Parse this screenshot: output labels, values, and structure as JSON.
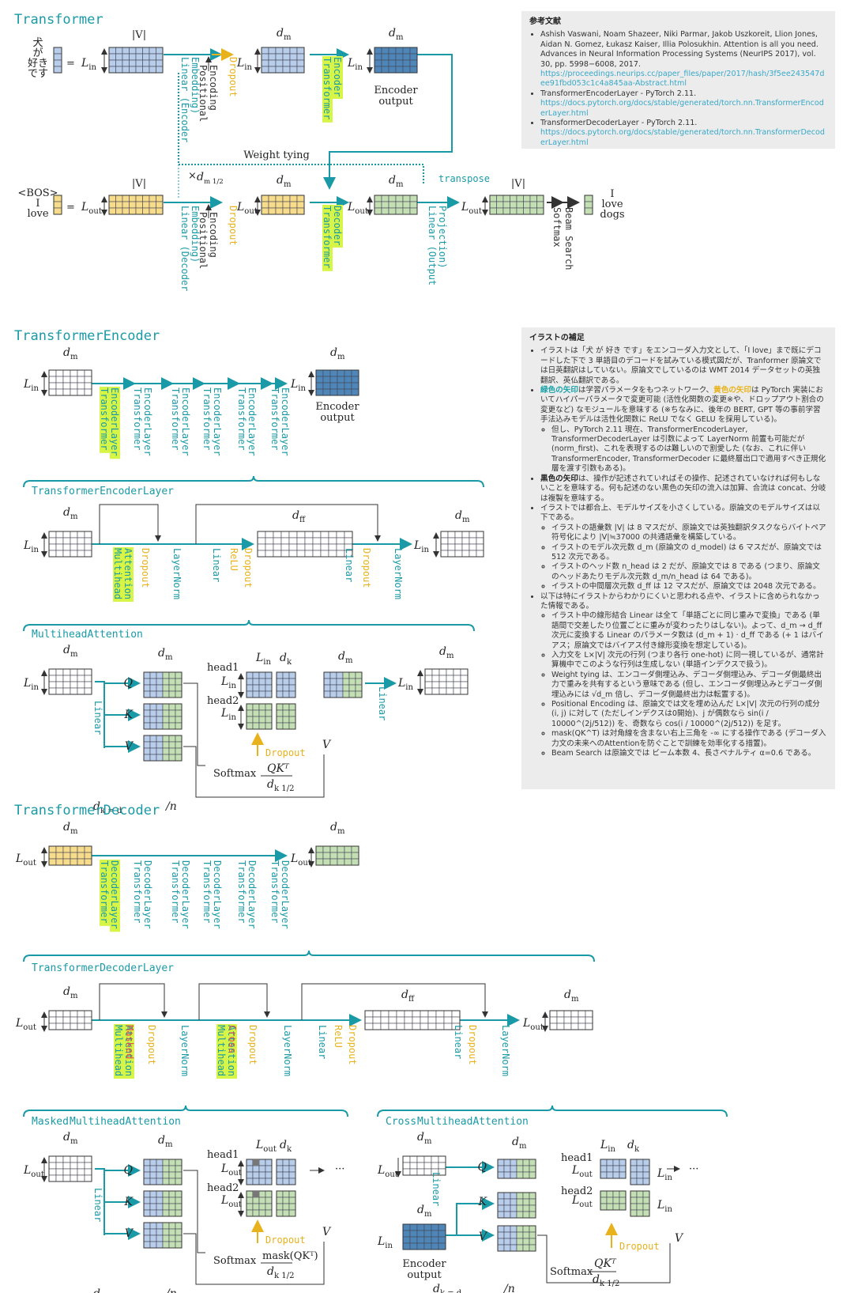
{
  "titles": {
    "transformer": "Transformer",
    "encoder": "TransformerEncoder",
    "encoder_layer": "TransformerEncoderLayer",
    "mha": "MultiheadAttention",
    "decoder": "TransformerDecoder",
    "decoder_layer": "TransformerDecoderLayer",
    "masked_prefix": "Masked",
    "masked_suffix": "MultiheadAttention",
    "cross_prefix": "Cross",
    "cross_suffix": "MultiheadAttention"
  },
  "labels": {
    "linear_enc_emb": "Linear (Encoder Embedding)",
    "linear_dec_emb": "Linear (Decoder Embedding)",
    "positional_encoding": "Positional Encoding",
    "dropout": "Dropout",
    "transformer_encoder": "Transformer Encoder",
    "transformer_decoder": "Transformer Decoder",
    "encoder_output": "Encoder output",
    "encoder_output_red": "Encoder output",
    "weight_tying": "Weight tying",
    "scale": "×d_m^(1/2)",
    "transpose": "transpose",
    "linear_out_proj": "Linear (Output Projection)",
    "softmax": "Softmax",
    "beam_search": "Beam Search",
    "enc_layer": "Transformer EncoderLayer",
    "dec_layer": "Transformer DecoderLayer",
    "multihead_attention": "Multihead Attention",
    "masked_multihead_attention": "Masked Multihead Attention",
    "cross_multihead_attention": "Cross Multihead Attention",
    "layernorm": "LayerNorm",
    "linear": "Linear",
    "relu": "ReLU",
    "head1": "head1",
    "head2": "head2",
    "softmax_plain": "Softmax",
    "mask_fn": "mask(",
    "ellipsis": "···",
    "input_tokens": [
      "犬",
      "が",
      "好き",
      "です"
    ],
    "dec_tokens": [
      "<BOS>",
      "I",
      "love"
    ],
    "out_tokens": [
      "I",
      "love",
      "dogs"
    ],
    "V": "|V|",
    "dm": "d_m",
    "dff": "d_ff",
    "dk": "d_k",
    "Lin": "L_in",
    "Lout": "L_out",
    "Q": "Q",
    "K": "K",
    "Vm": "V",
    "eq": "="
  },
  "colors": {
    "teal": "#1a9aa6",
    "yellow": "#e8b21c",
    "blue_cell": "#b8cdea",
    "yellow_cell": "#f7dc8c",
    "green_cell": "#c4dfb4",
    "dark_blue_cell": "#4f86b8",
    "white_cell": "#ffffff",
    "highlight": "#d6f547",
    "red": "#e05050"
  },
  "references": {
    "heading": "参考文献",
    "items": [
      {
        "text": "Ashish Vaswani, Noam Shazeer, Niki Parmar, Jakob Uszkoreit, Llion Jones, Aidan N. Gomez, Łukasz Kaiser, Illia Polosukhin. Attention is all you need. Advances in Neural Information Processing Systems (NeurIPS 2017), vol. 30, pp. 5998−6008, 2017.",
        "link": "https://proceedings.neurips.cc/paper_files/paper/2017/hash/3f5ee243547dee91fbd053c1c4a845aa-Abstract.html"
      },
      {
        "text": "TransformerEncoderLayer - PyTorch 2.11.",
        "link": "https://docs.pytorch.org/docs/stable/generated/torch.nn.TransformerEncoderLayer.html"
      },
      {
        "text": "TransformerDecoderLayer - PyTorch 2.11.",
        "link": "https://docs.pytorch.org/docs/stable/generated/torch.nn.TransformerDecoderLayer.html"
      }
    ]
  },
  "notes": {
    "heading": "イラストの補足",
    "p1": "イラストは「犬 が 好き です」をエンコーダ入力文として、「I love」まで既にデコードした下で 3 単語目のデコードを試みている模式図だが、Tranformer 原論文では日英翻訳はしていない。原論文でしているのは WMT 2014 データセットの英独翻訳、英仏翻訳である。",
    "p2_green": "緑色の矢印",
    "p2_a": "は学習パラメータをもつネットワーク、",
    "p2_yellow": "黄色の矢印",
    "p2_b": "は PyTorch 実装においてハイパーパラメータで変更可能 (活性化関数の変更※や、ドロップアウト割合の変更など) なモジュールを意味する (※ちなみに、後年の BERT, GPT 等の事前学習手法込みモデルは活性化関数に ReLU でなく GELU を採用している)。",
    "p2_sub": "但し、PyTorch 2.11 現在、TransformerEncoderLayer, TransformerDecoderLayer は引数によって LayerNorm 前置も可能だが (norm_first)、これを表現するのは難しいので割愛した (なお、これに伴い TransformerEncoder, TransformerDecoder に最終層出口で適用すべき正規化層を渡す引数もある)。",
    "p3_black": "黒色の矢印",
    "p3": "は、操作が記述されていればその操作、記述されていなければ何もしないことを意味する。何も記述のない黒色の矢印の流入は加算、合流は concat、分岐は複製を意味する。",
    "p4": "イラストでは都合上、モデルサイズを小さくしている。原論文のモデルサイズは以下である。",
    "p4_sub": [
      "イラストの語彙数 |V| は 8 マスだが、原論文では英独翻訳タスクならバイトペア符号化により |V|≒37000 の共通語彙を構築している。",
      "イラストのモデル次元数 d_m (原論文の d_model) は 6 マスだが、原論文では 512 次元である。",
      "イラストのヘッド数 n_head は 2 だが、原論文では 8 である (つまり、原論文のヘッドあたりモデル次元数 d_m/n_head は 64 である)。",
      "イラストの中間層次元数 d_ff は 12 マスだが、原論文では 2048 次元である。"
    ],
    "p5": "以下は特にイラストからわかりにくいと思われる点や、イラストに含められなかった情報である。",
    "p5_sub": [
      "イラスト中の線形結合 Linear は全て「単語ごとに同じ重みで変換」である (単語間で交差したり位置ごとに重みが変わったりはしない)。よって、d_m → d_ff 次元に変換する Linear のパラメータ数は (d_m + 1) · d_ff である (+ 1 はバイアス；原論文ではバイアス付き線形変換を想定している)。",
      "入力文を L×|V| 次元の行列 (つまり各行 one-hot) に同一視しているが、通常計算機中でこのような行列は生成しない (単語インデクスで扱う)。",
      "Weight tying は、エンコーダ側埋込み、デコーダ側埋込み、デコーダ側最終出力で重みを共有するという意味である (但し、エンコーダ側埋込みとデコーダ側埋込みには √d_m 倍し、デコーダ側最終出力は転置する)。",
      "Positional Encoding は、原論文では文を埋め込んだ L×|V| 次元の行列の成分 (i, j) に対して (ただしインデクスは0開始)、j が偶数なら sin(i / 10000^(2j/512)) を、奇数なら cos(i / 10000^(2j/512)) を足す。",
      "mask(QK^T) は対角線を含まない右上三角を -∞ にする操作である (デコーダ入力文の未来へのAttentionを防ぐことで訓練を効率化する措置)。",
      "Beam Search は原論文では ビーム本数 4、長さペナルティ α=0.6 である。"
    ]
  }
}
